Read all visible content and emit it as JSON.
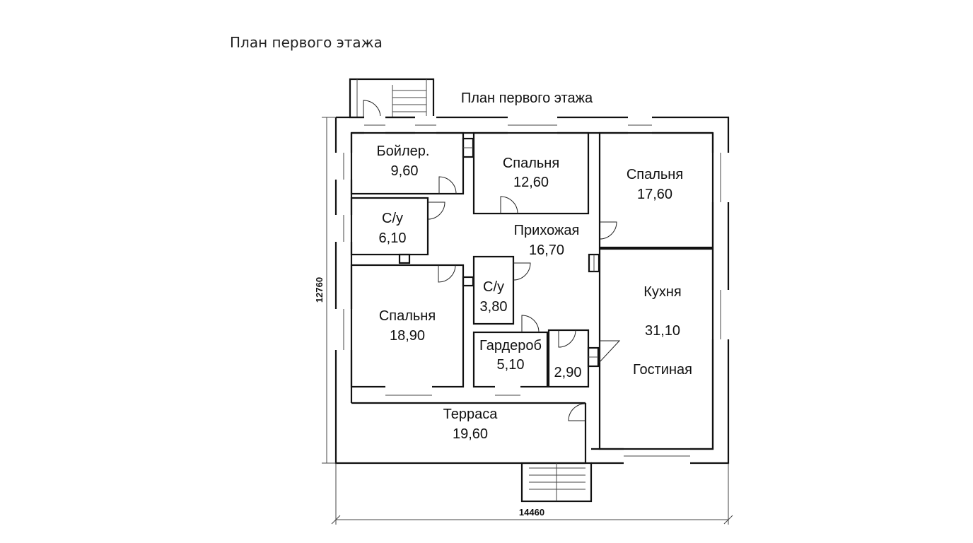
{
  "page_title": "План первого этажа",
  "plan": {
    "title": "План первого этажа",
    "dim_width": "14460",
    "dim_height": "12760",
    "rooms": [
      {
        "name": "Бойлер.",
        "area": "9,60"
      },
      {
        "name": "Спальня",
        "area": "12,60"
      },
      {
        "name": "Спальня",
        "area": "17,60"
      },
      {
        "name": "С/у",
        "area": "6,10"
      },
      {
        "name": "Прихожая",
        "area": "16,70"
      },
      {
        "name": "С/у",
        "area": "3,80"
      },
      {
        "name": "Спальня",
        "area": "18,90"
      },
      {
        "name": "Кухня",
        "area": "31,10",
        "extra": "Гостиная"
      },
      {
        "name": "Гардероб",
        "area": "5,10"
      },
      {
        "name": "",
        "area": "2,90"
      },
      {
        "name": "Терраса",
        "area": "19,60"
      }
    ]
  }
}
